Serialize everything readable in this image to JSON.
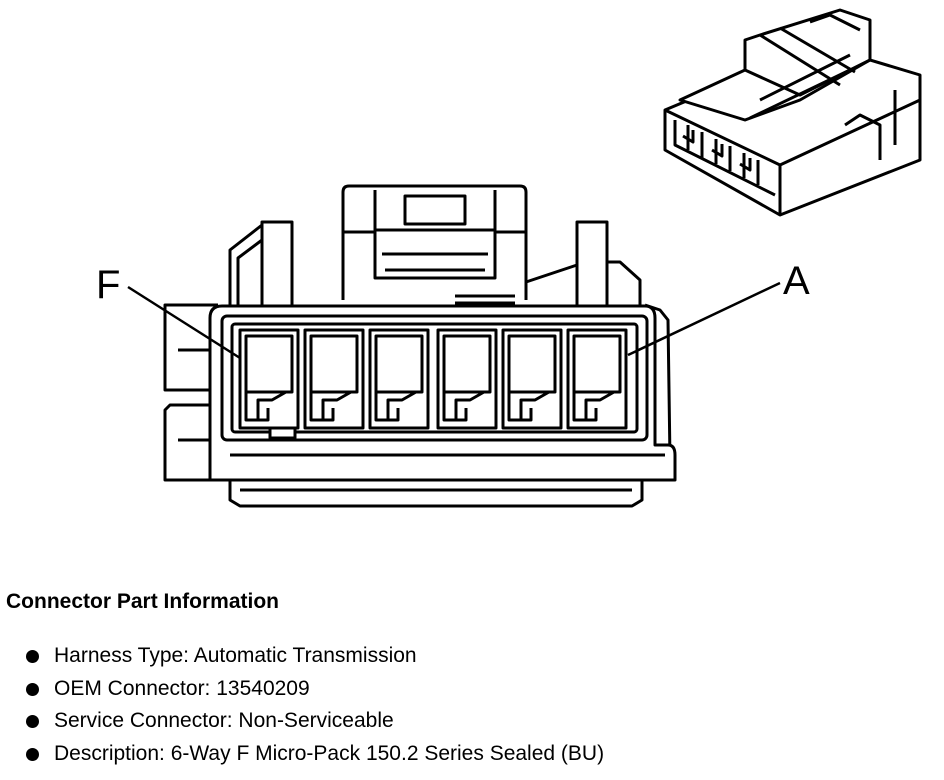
{
  "diagram": {
    "pin_label_left": "F",
    "pin_label_right": "A",
    "line_color": "#000000",
    "fill_color": "#ffffff"
  },
  "info": {
    "title": "Connector Part Information",
    "items": [
      "Harness Type: Automatic Transmission",
      "OEM Connector: 13540209",
      "Service Connector: Non-Serviceable",
      "Description: 6-Way F Micro-Pack 150.2 Series Sealed (BU)"
    ]
  }
}
